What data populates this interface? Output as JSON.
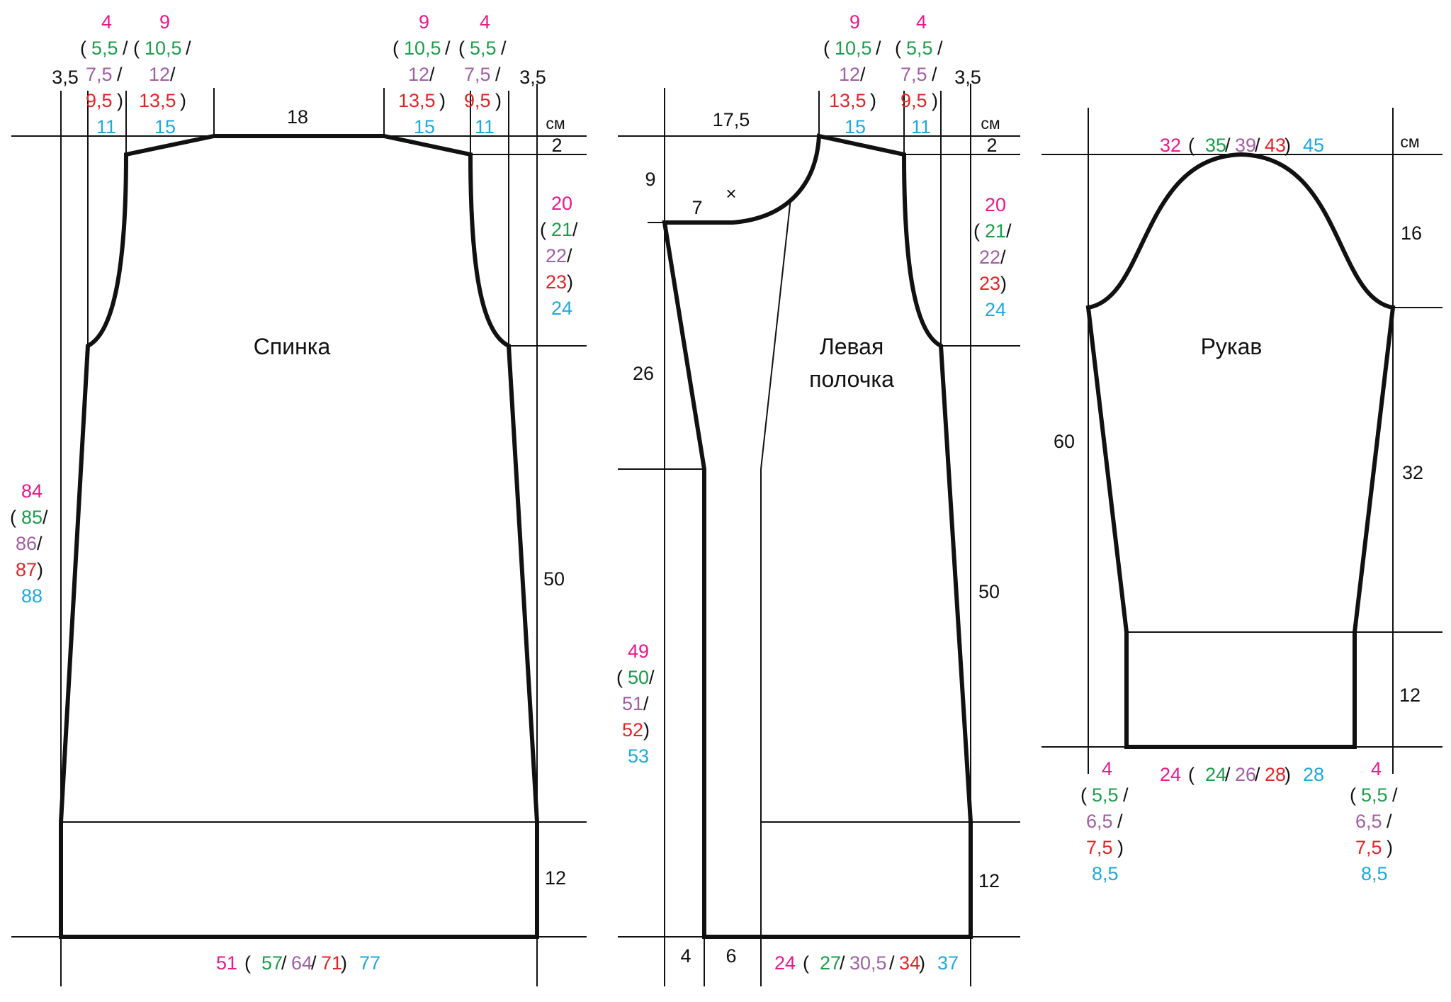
{
  "colors": {
    "line": "#111111",
    "magenta": "#e8198b",
    "green": "#1a9e4a",
    "purple": "#a05fa3",
    "red": "#e32427",
    "cyan": "#1fa8df",
    "black": "#111111"
  },
  "unit": "см",
  "back": {
    "title": "Спинка",
    "edge_left": "3,5",
    "edge_right": "3,5",
    "neck_width": "18",
    "neck_drop": "2",
    "shoulder_left": [
      "4",
      "(",
      "5,5",
      "/",
      "7,5",
      "/",
      "9,5",
      ")",
      "11"
    ],
    "shoulder_right": [
      "4",
      "(",
      "5,5",
      "/",
      "7,5",
      "/",
      "9,5",
      ")",
      "11"
    ],
    "neck_offset_left": [
      "9",
      "(",
      "10,5",
      "/",
      "12",
      "/",
      "13,5",
      ")",
      "15"
    ],
    "neck_offset_right": [
      "9",
      "(",
      "10,5",
      "/",
      "12",
      "/",
      "13,5",
      ")",
      "15"
    ],
    "armhole": [
      "20",
      "(",
      "21",
      "/",
      "22",
      "/",
      "23",
      ")",
      "24"
    ],
    "total_height": [
      "84",
      "(",
      "85",
      "/",
      "86",
      "/",
      "87",
      ")",
      "88"
    ],
    "side_height": "50",
    "rib_height": "12",
    "width": [
      "51",
      "(",
      "57",
      "/",
      "64",
      "/",
      "71",
      ")",
      "77"
    ]
  },
  "front": {
    "title_line1": "Левая",
    "title_line2": "полочка",
    "neck_width": "17,5",
    "neck_offset": [
      "9",
      "(",
      "10,5",
      "/",
      "12",
      "/",
      "13,5",
      ")",
      "15"
    ],
    "shoulder": [
      "4",
      "(",
      "5,5",
      "/",
      "7,5",
      "/",
      "9,5",
      ")",
      "11"
    ],
    "edge_right": "3,5",
    "neck_drop": "2",
    "neck_depth": "9",
    "neck_step": "7",
    "mark": "×",
    "bevel_height": "26",
    "armhole": [
      "20",
      "(",
      "21",
      "/",
      "22",
      "/",
      "23",
      ")",
      "24"
    ],
    "lower_height": [
      "49",
      "(",
      "50",
      "/",
      "51",
      "/",
      "52",
      ")",
      "53"
    ],
    "side_height": "50",
    "rib_height": "12",
    "bottom_left": "4",
    "bottom_band": "6",
    "width": [
      "24",
      "(",
      "27",
      "/",
      "30,5",
      "/",
      "34",
      ")",
      "37"
    ]
  },
  "sleeve": {
    "title": "Рукав",
    "cap_width": [
      "32",
      "(",
      "35",
      "/",
      "39",
      "/",
      "43",
      ")",
      "45"
    ],
    "cap_height": "16",
    "total_height": "60",
    "mid_height": "32",
    "cuff_height": "12",
    "cuff_width": [
      "24",
      "(",
      "24",
      "/",
      "26",
      "/",
      "28",
      ")",
      "28"
    ],
    "taper_left": [
      "4",
      "(",
      "5,5",
      "/",
      "6,5",
      "/",
      "7,5",
      ")",
      "8,5"
    ],
    "taper_right": [
      "4",
      "(",
      "5,5",
      "/",
      "6,5",
      "/",
      "7,5",
      ")",
      "8,5"
    ]
  }
}
